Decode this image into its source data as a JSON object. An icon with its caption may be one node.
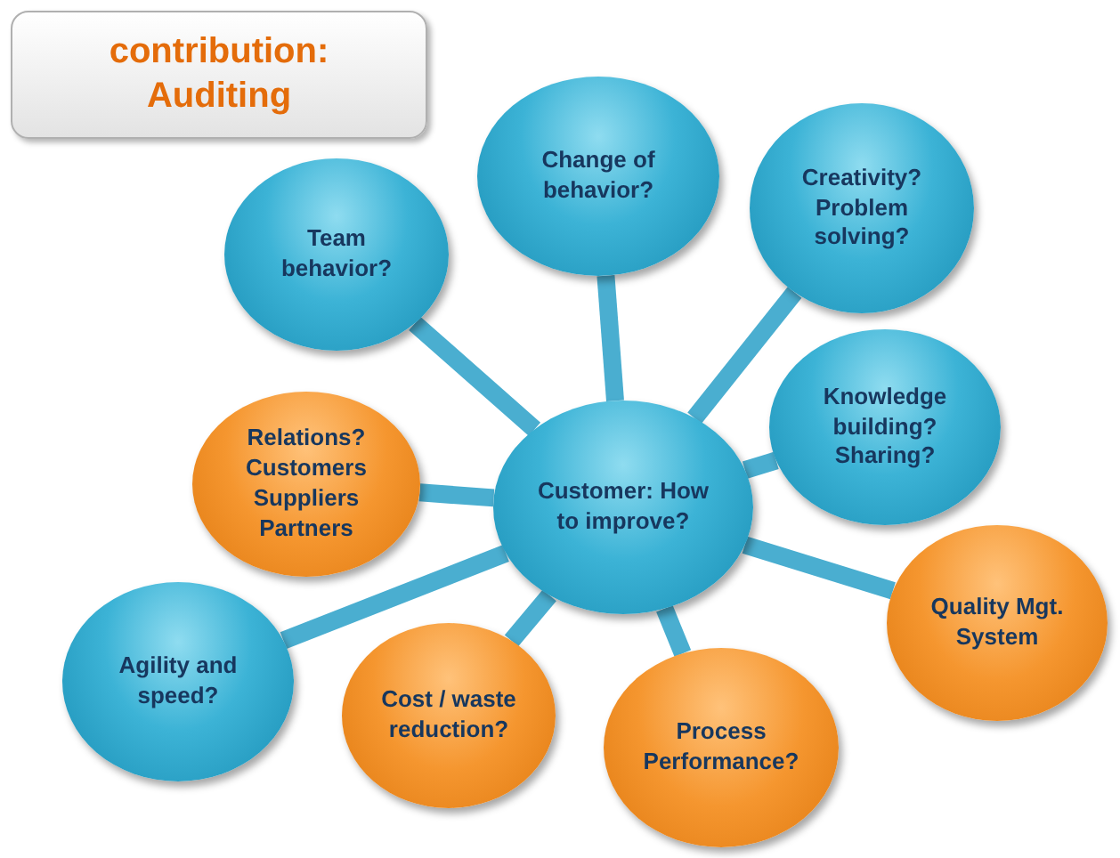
{
  "diagram": {
    "title": "contribution: Auditing",
    "nodes": [
      {
        "text": [
          "Customer: How to improve?"
        ]
      },
      {
        "text": [
          "Team behavior?"
        ]
      },
      {
        "text": [
          "Change of behavior?"
        ]
      },
      {
        "text": [
          "Creativity? Problem solving?"
        ]
      },
      {
        "text": [
          "Knowledge building? Sharing?"
        ]
      },
      {
        "text": [
          "Relations? Customers Suppliers Partners"
        ]
      },
      {
        "text": [
          "Quality Mgt. System"
        ]
      },
      {
        "text": [
          "Agility and speed?"
        ]
      },
      {
        "text": [
          "Cost / waste reduction?"
        ]
      },
      {
        "text": [
          "Process Performance?"
        ]
      }
    ],
    "edges": [
      {
        "from": 0,
        "to": 1,
        "arrow": "none"
      },
      {
        "from": 0,
        "to": 2,
        "arrow": "none"
      },
      {
        "from": 0,
        "to": 3,
        "arrow": "none"
      },
      {
        "from": 0,
        "to": 4,
        "arrow": "none"
      },
      {
        "from": 0,
        "to": 5,
        "arrow": "none"
      },
      {
        "from": 0,
        "to": 6,
        "arrow": "none"
      },
      {
        "from": 0,
        "to": 7,
        "arrow": "none"
      },
      {
        "from": 0,
        "to": 8,
        "arrow": "none"
      },
      {
        "from": 0,
        "to": 9,
        "arrow": "none"
      }
    ]
  }
}
